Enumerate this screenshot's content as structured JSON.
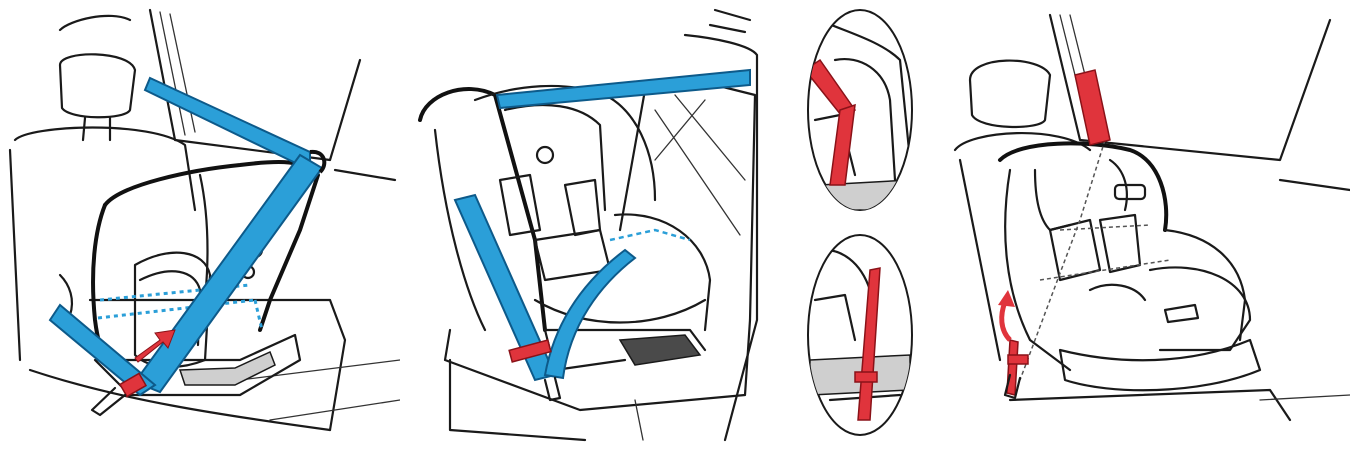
{
  "figure": {
    "panel_count": 4,
    "colors": {
      "belt_blue": "#2b9fd8",
      "belt_blue_outline": "#0d5a8a",
      "belt_red": "#e0343c",
      "belt_red_outline": "#8a1218",
      "line": "#1a1a1a",
      "shade": "#cfcfcf",
      "background": "#ffffff"
    },
    "panels": [
      {
        "id": "rear-facing-install",
        "belt_color": "blue",
        "icons": [
          "car-seat-icon",
          "seat-belt-icon",
          "arrow-up-icon",
          "buckle-icon"
        ]
      },
      {
        "id": "forward-facing-install",
        "belt_color": "blue",
        "icons": [
          "car-seat-icon",
          "seat-belt-icon",
          "buckle-icon"
        ]
      },
      {
        "id": "belt-routing-details",
        "belt_color": "red",
        "icons": [
          "detail-top-icon",
          "detail-bottom-icon"
        ]
      },
      {
        "id": "harness-install",
        "belt_color": "red",
        "icons": [
          "car-seat-icon",
          "seat-belt-icon",
          "arrow-up-icon",
          "buckle-icon"
        ]
      }
    ]
  }
}
